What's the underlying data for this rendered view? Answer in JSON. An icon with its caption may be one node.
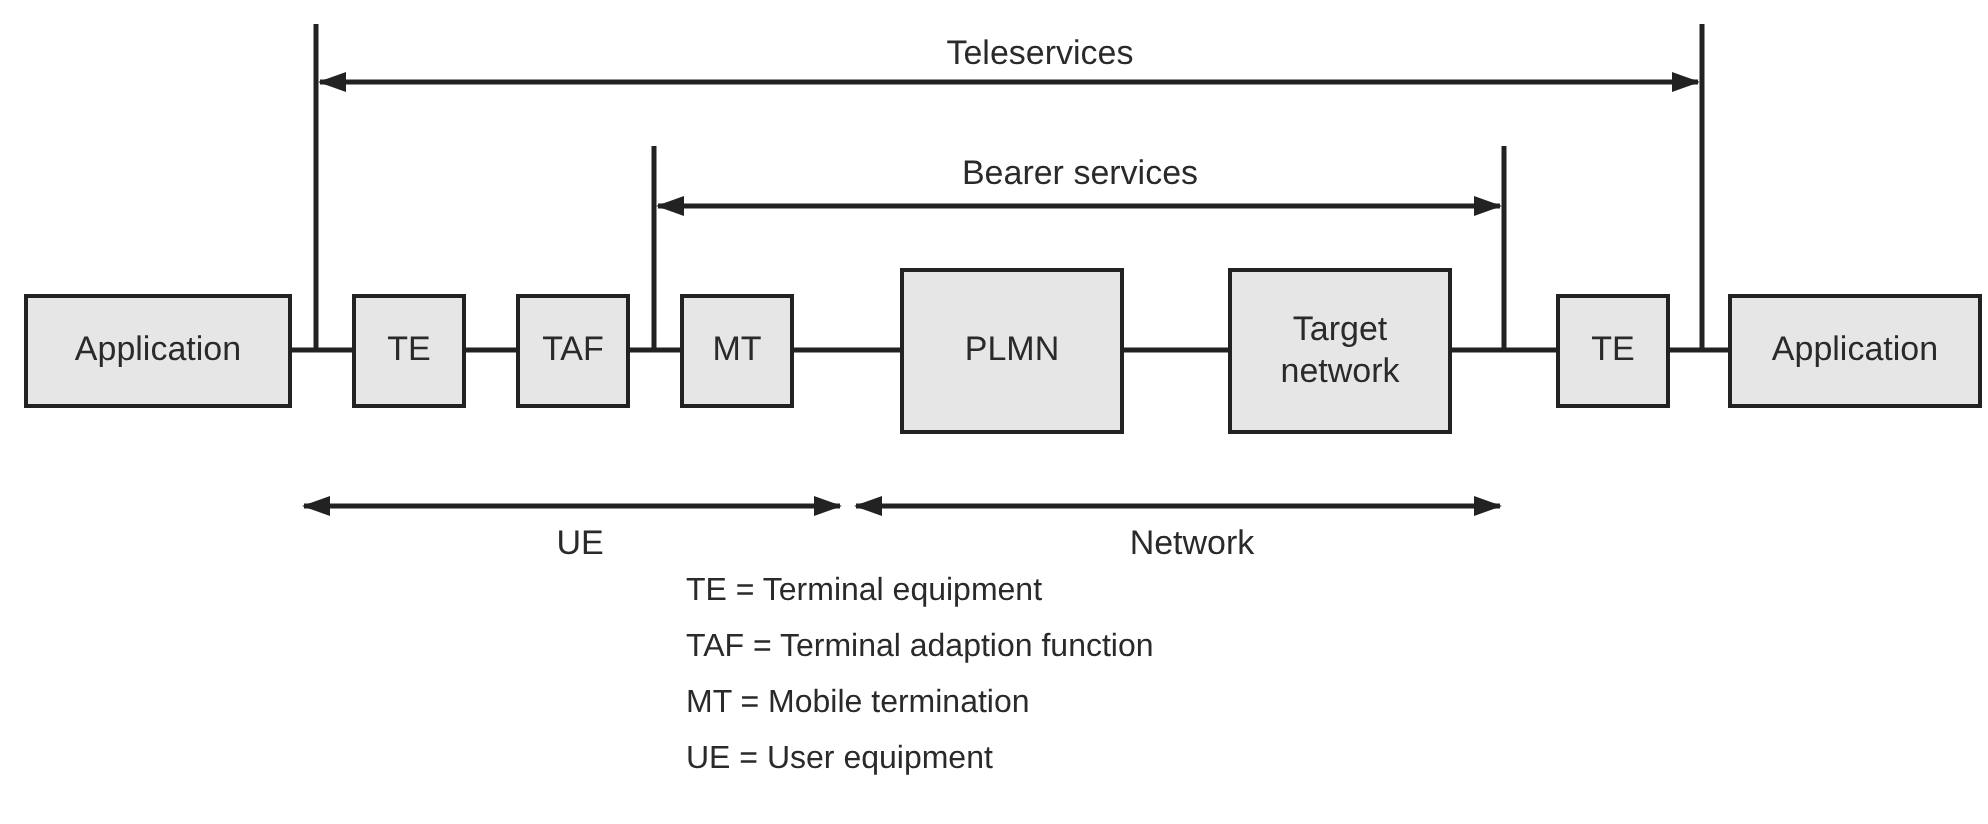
{
  "diagram": {
    "nodes": [
      {
        "text": [
          "Application"
        ]
      },
      {
        "text": [
          "TE"
        ]
      },
      {
        "text": [
          "TAF"
        ]
      },
      {
        "text": [
          "MT"
        ]
      },
      {
        "text": [
          "PLMN"
        ]
      },
      {
        "text": [
          "Target network"
        ]
      },
      {
        "text": [
          "TE"
        ]
      },
      {
        "text": [
          "Application"
        ]
      }
    ],
    "edges": [
      {
        "from": 0,
        "to": 1,
        "arrow": "none"
      },
      {
        "from": 1,
        "to": 2,
        "arrow": "none"
      },
      {
        "from": 2,
        "to": 3,
        "arrow": "none"
      },
      {
        "from": 3,
        "to": 4,
        "arrow": "none"
      },
      {
        "from": 4,
        "to": 5,
        "arrow": "none"
      },
      {
        "from": 5,
        "to": 6,
        "arrow": "none"
      },
      {
        "from": 6,
        "to": 7,
        "arrow": "none"
      }
    ],
    "labels": [
      "Teleservices",
      "Bearer services",
      "UE",
      "Network",
      "TE = Terminal equipment",
      "TAF = Terminal adaption function",
      "MT = Mobile termination",
      "UE = User equipment"
    ]
  }
}
